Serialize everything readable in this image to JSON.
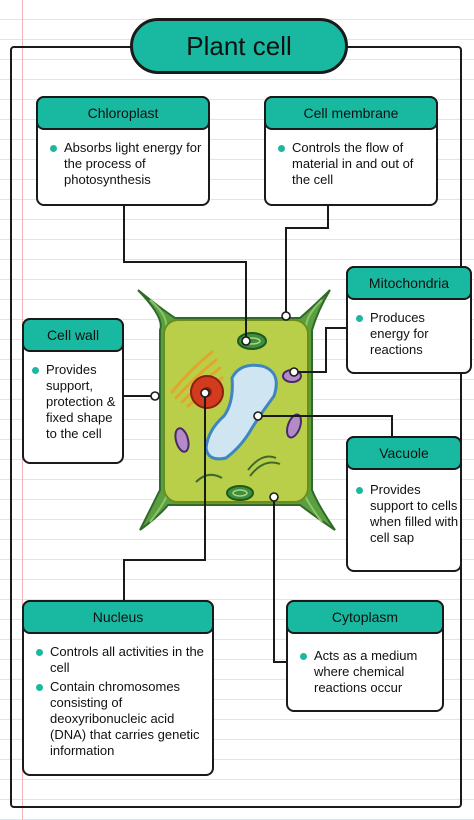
{
  "title": "Plant cell",
  "cards": {
    "chloroplast": {
      "label": "Chloroplast",
      "points": [
        "Absorbs light energy for the process of photosynthesis"
      ]
    },
    "cell_membrane": {
      "label": "Cell membrane",
      "points": [
        "Controls the flow of material in and out of the cell"
      ]
    },
    "mitochondria": {
      "label": "Mitochondria",
      "points": [
        "Produces energy for reactions"
      ]
    },
    "cell_wall": {
      "label": "Cell wall",
      "points": [
        "Provides support, protection & fixed shape to the cell"
      ]
    },
    "vacuole": {
      "label": "Vacuole",
      "points": [
        "Provides support to cells when filled with cell sap"
      ]
    },
    "nucleus": {
      "label": "Nucleus",
      "points": [
        "Controls all activities in the cell",
        "Contain chromosomes consisting of deoxyribonucleic acid (DNA) that carries genetic information"
      ]
    },
    "cytoplasm": {
      "label": "Cytoplasm",
      "points": [
        "Acts as a medium where chemical reactions occur"
      ]
    }
  },
  "colors": {
    "accent": "#19b9a1",
    "cytoplasm": "#b9cf4a",
    "cell_wall": "#3e7d3a",
    "vacuole": "#cfe6f2",
    "nucleus": "#d23b1e"
  }
}
